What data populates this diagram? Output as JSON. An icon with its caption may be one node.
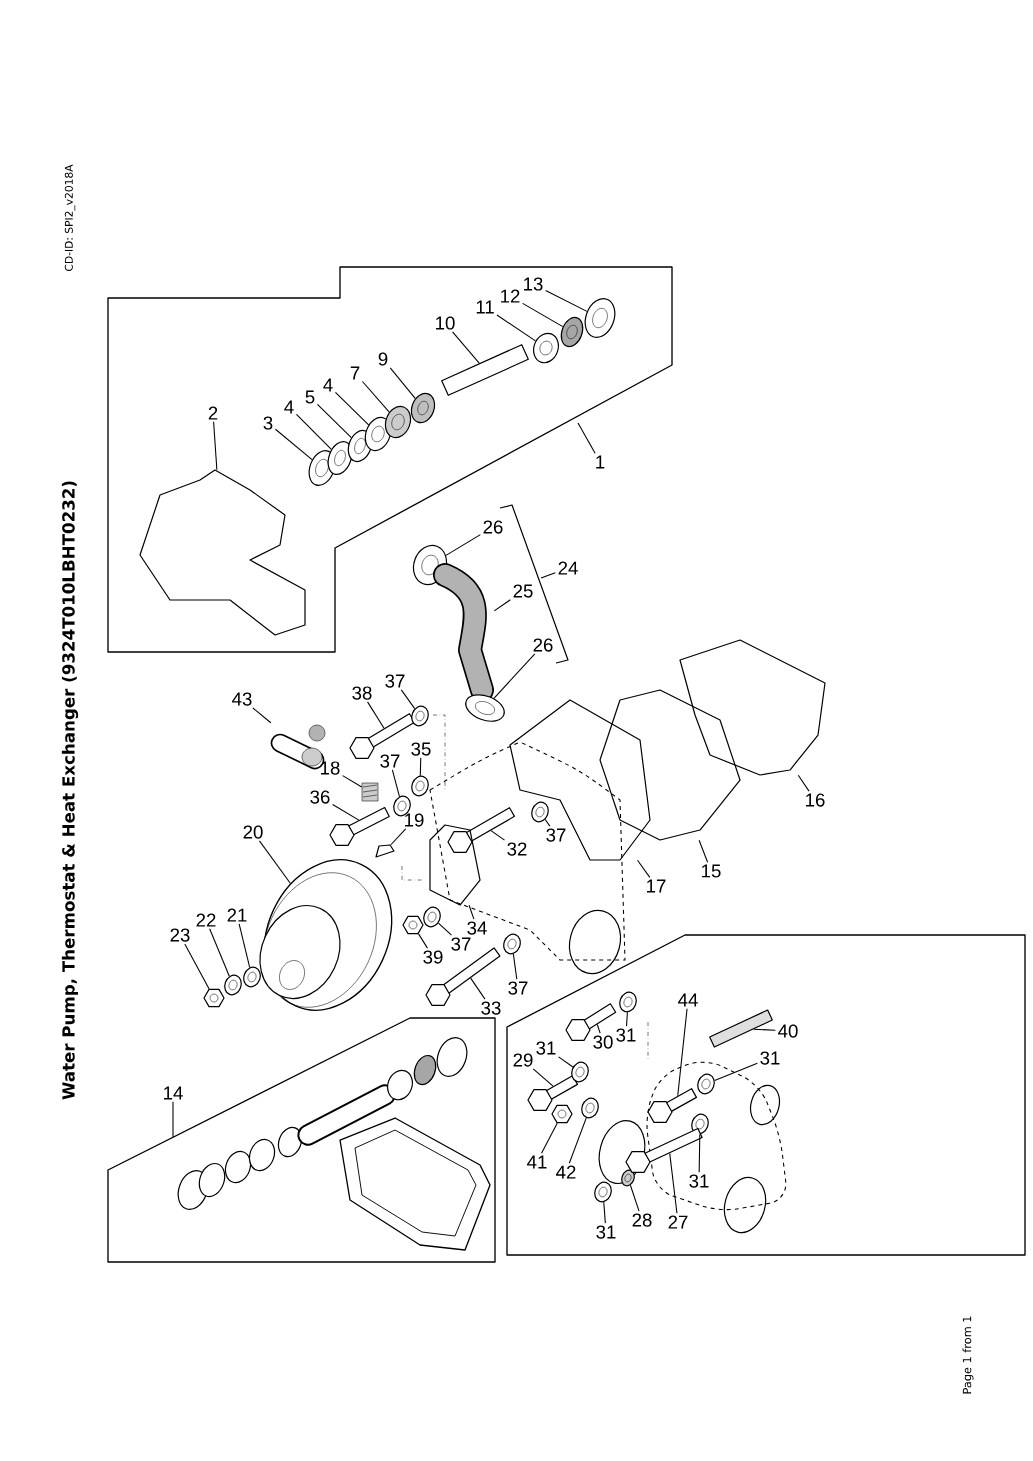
{
  "diagram": {
    "title": "Water Pump, Thermostat & Heat Exchanger (9324T010LBHT0232)",
    "nodes": [
      {
        "text": [
          "1"
        ]
      },
      {
        "text": [
          "2"
        ]
      },
      {
        "text": [
          "3"
        ]
      },
      {
        "text": [
          "4"
        ]
      },
      {
        "text": [
          "5"
        ]
      },
      {
        "text": [
          "4"
        ]
      },
      {
        "text": [
          "7"
        ]
      },
      {
        "text": [
          "9"
        ]
      },
      {
        "text": [
          "10"
        ]
      },
      {
        "text": [
          "11"
        ]
      },
      {
        "text": [
          "12"
        ]
      },
      {
        "text": [
          "13"
        ]
      },
      {
        "text": [
          "26"
        ]
      },
      {
        "text": [
          "24"
        ]
      },
      {
        "text": [
          "25"
        ]
      },
      {
        "text": [
          "26"
        ]
      },
      {
        "text": [
          "43"
        ]
      },
      {
        "text": [
          "38"
        ]
      },
      {
        "text": [
          "37"
        ]
      },
      {
        "text": [
          "37"
        ]
      },
      {
        "text": [
          "35"
        ]
      },
      {
        "text": [
          "18"
        ]
      },
      {
        "text": [
          "36"
        ]
      },
      {
        "text": [
          "20"
        ]
      },
      {
        "text": [
          "19"
        ]
      },
      {
        "text": [
          "32"
        ]
      },
      {
        "text": [
          "37"
        ]
      },
      {
        "text": [
          "16"
        ]
      },
      {
        "text": [
          "17"
        ]
      },
      {
        "text": [
          "15"
        ]
      },
      {
        "text": [
          "21"
        ]
      },
      {
        "text": [
          "22"
        ]
      },
      {
        "text": [
          "23"
        ]
      },
      {
        "text": [
          "34"
        ]
      },
      {
        "text": [
          "37"
        ]
      },
      {
        "text": [
          "39"
        ]
      },
      {
        "text": [
          "37"
        ]
      },
      {
        "text": [
          "33"
        ]
      },
      {
        "text": [
          "14"
        ]
      },
      {
        "text": [
          "44"
        ]
      },
      {
        "text": [
          "40"
        ]
      },
      {
        "text": [
          "29"
        ]
      },
      {
        "text": [
          "31"
        ]
      },
      {
        "text": [
          "30"
        ]
      },
      {
        "text": [
          "31"
        ]
      },
      {
        "text": [
          "31"
        ]
      },
      {
        "text": [
          "41"
        ]
      },
      {
        "text": [
          "42"
        ]
      },
      {
        "text": [
          "31"
        ]
      },
      {
        "text": [
          "28"
        ]
      },
      {
        "text": [
          "27"
        ]
      },
      {
        "text": [
          "31"
        ]
      },
      {
        "text": [],
        "shape": "picture"
      },
      {
        "text": [],
        "shape": "picture"
      },
      {
        "text": [],
        "shape": "picture"
      },
      {
        "text": [],
        "shape": "picture"
      },
      {
        "text": [],
        "shape": "picture"
      },
      {
        "text": [],
        "shape": "picture"
      },
      {
        "text": [],
        "shape": "picture"
      },
      {
        "text": [],
        "shape": "picture"
      },
      {
        "text": [],
        "shape": "picture"
      },
      {
        "text": [],
        "shape": "picture"
      },
      {
        "text": [],
        "shape": "picture"
      },
      {
        "text": [],
        "shape": "picture"
      },
      {
        "text": [],
        "shape": "picture"
      },
      {
        "text": [],
        "shape": "picture"
      },
      {
        "text": [],
        "shape": "picture"
      },
      {
        "text": [],
        "shape": "picture"
      },
      {
        "text": [],
        "shape": "picture"
      },
      {
        "text": [],
        "shape": "picture"
      },
      {
        "text": [],
        "shape": "picture"
      },
      {
        "text": [],
        "shape": "picture"
      },
      {
        "text": [],
        "shape": "picture"
      },
      {
        "text": [],
        "shape": "picture"
      },
      {
        "text": [],
        "shape": "picture"
      },
      {
        "text": [],
        "shape": "picture"
      },
      {
        "text": [],
        "shape": "picture"
      },
      {
        "text": [],
        "shape": "picture"
      },
      {
        "text": [],
        "shape": "picture"
      },
      {
        "text": [],
        "shape": "picture"
      },
      {
        "text": [],
        "shape": "picture"
      },
      {
        "text": [],
        "shape": "picture"
      },
      {
        "text": [],
        "shape": "picture"
      },
      {
        "text": [],
        "shape": "picture"
      },
      {
        "text": [],
        "shape": "picture"
      },
      {
        "text": [],
        "shape": "picture"
      },
      {
        "text": [],
        "shape": "picture"
      },
      {
        "text": [],
        "shape": "picture"
      },
      {
        "text": [],
        "shape": "picture"
      },
      {
        "text": [],
        "shape": "picture"
      },
      {
        "text": [],
        "shape": "picture"
      },
      {
        "text": [],
        "shape": "picture"
      },
      {
        "text": [],
        "shape": "picture"
      },
      {
        "text": [],
        "shape": "picture"
      },
      {
        "text": [],
        "shape": "picture"
      },
      {
        "text": [],
        "shape": "picture"
      },
      {
        "text": [],
        "shape": "picture"
      },
      {
        "text": [],
        "shape": "picture"
      },
      {
        "text": [],
        "shape": "picture"
      },
      {
        "text": [],
        "shape": "picture"
      },
      {
        "text": [],
        "shape": "picture"
      }
    ],
    "edges": [
      {
        "from": 0,
        "to": null,
        "arrow": "none"
      },
      {
        "from": 1,
        "to": 52,
        "arrow": "none"
      },
      {
        "from": 2,
        "to": 53,
        "arrow": "none"
      },
      {
        "from": 3,
        "to": 54,
        "arrow": "none"
      },
      {
        "from": 4,
        "to": 55,
        "arrow": "none"
      },
      {
        "from": 5,
        "to": 56,
        "arrow": "none"
      },
      {
        "from": 6,
        "to": 57,
        "arrow": "none"
      },
      {
        "from": 7,
        "to": 58,
        "arrow": "none"
      },
      {
        "from": 8,
        "to": 59,
        "arrow": "none"
      },
      {
        "from": 9,
        "to": 60,
        "arrow": "none"
      },
      {
        "from": 10,
        "to": 61,
        "arrow": "none"
      },
      {
        "from": 11,
        "to": 62,
        "arrow": "none"
      },
      {
        "from": 12,
        "to": 63,
        "arrow": "none"
      },
      {
        "from": 13,
        "to": null,
        "arrow": "none"
      },
      {
        "from": 14,
        "to": 64,
        "arrow": "none"
      },
      {
        "from": 15,
        "to": 65,
        "arrow": "none"
      },
      {
        "from": 16,
        "to": 66,
        "arrow": "none"
      },
      {
        "from": 17,
        "to": 67,
        "arrow": "none"
      },
      {
        "from": 18,
        "to": 68,
        "arrow": "none"
      },
      {
        "from": 19,
        "to": 69,
        "arrow": "none"
      },
      {
        "from": 20,
        "to": 70,
        "arrow": "none"
      },
      {
        "from": 21,
        "to": 71,
        "arrow": "none"
      },
      {
        "from": 22,
        "to": 72,
        "arrow": "none"
      },
      {
        "from": 23,
        "to": 73,
        "arrow": "none"
      },
      {
        "from": 24,
        "to": 74,
        "arrow": "none"
      },
      {
        "from": 25,
        "to": 75,
        "arrow": "none"
      },
      {
        "from": 26,
        "to": 76,
        "arrow": "none"
      },
      {
        "from": 27,
        "to": 77,
        "arrow": "none"
      },
      {
        "from": 28,
        "to": 78,
        "arrow": "none"
      },
      {
        "from": 29,
        "to": 79,
        "arrow": "none"
      },
      {
        "from": 30,
        "to": 80,
        "arrow": "none"
      },
      {
        "from": 31,
        "to": 81,
        "arrow": "none"
      },
      {
        "from": 32,
        "to": 82,
        "arrow": "none"
      },
      {
        "from": 33,
        "to": 83,
        "arrow": "none"
      },
      {
        "from": 34,
        "to": 84,
        "arrow": "none"
      },
      {
        "from": 35,
        "to": 85,
        "arrow": "none"
      },
      {
        "from": 36,
        "to": 86,
        "arrow": "none"
      },
      {
        "from": 37,
        "to": 87,
        "arrow": "none"
      },
      {
        "from": 38,
        "to": null,
        "arrow": "none"
      },
      {
        "from": 39,
        "to": 88,
        "arrow": "none"
      },
      {
        "from": 40,
        "to": 89,
        "arrow": "none"
      },
      {
        "from": 41,
        "to": 90,
        "arrow": "none"
      },
      {
        "from": 42,
        "to": 91,
        "arrow": "none"
      },
      {
        "from": 43,
        "to": 92,
        "arrow": "none"
      },
      {
        "from": 44,
        "to": 93,
        "arrow": "none"
      },
      {
        "from": 45,
        "to": 94,
        "arrow": "none"
      },
      {
        "from": 46,
        "to": 95,
        "arrow": "none"
      },
      {
        "from": 47,
        "to": 96,
        "arrow": "none"
      },
      {
        "from": 48,
        "to": 97,
        "arrow": "none"
      },
      {
        "from": 49,
        "to": 98,
        "arrow": "none"
      },
      {
        "from": 50,
        "to": 99,
        "arrow": "none"
      },
      {
        "from": 51,
        "to": 100,
        "arrow": "none"
      }
    ],
    "labels": [
      "CD-ID: SPI2_v2018A",
      "Page 1 from 1"
    ]
  }
}
